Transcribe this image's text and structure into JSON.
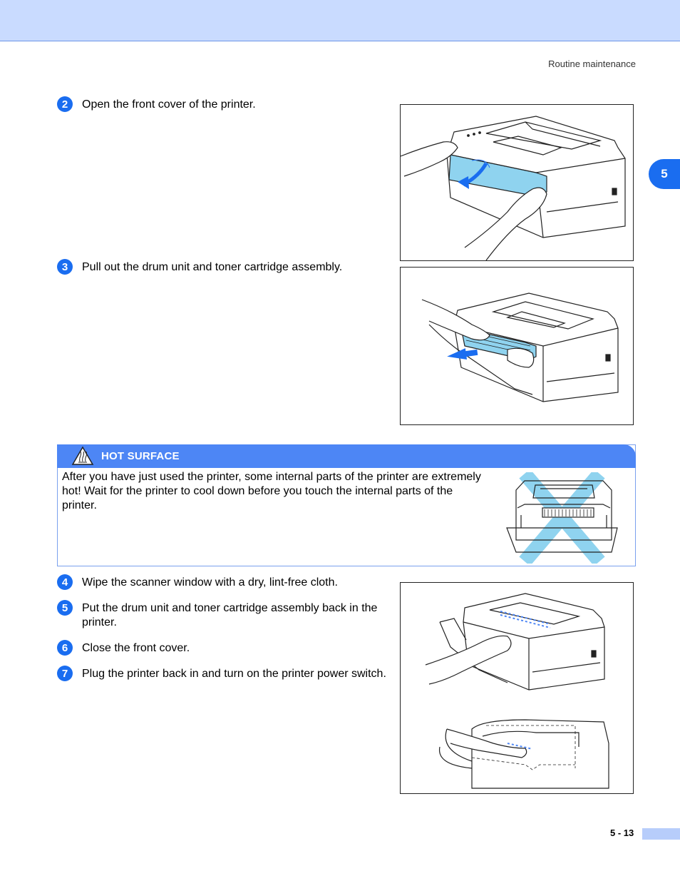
{
  "header": {
    "running_head": "Routine maintenance"
  },
  "chapter_tab": "5",
  "steps": [
    {
      "number": "2",
      "text": "Open the front cover of the printer."
    },
    {
      "number": "3",
      "text": "Pull out the drum unit and toner cartridge assembly."
    },
    {
      "number": "4",
      "text": "Wipe the scanner window with a dry, lint-free cloth."
    },
    {
      "number": "5",
      "text": "Put the drum unit and toner cartridge assembly back in the printer."
    },
    {
      "number": "6",
      "text": "Close the front cover."
    },
    {
      "number": "7",
      "text": "Plug the printer back in and turn on the printer power switch."
    }
  ],
  "warning": {
    "title": "HOT SURFACE",
    "icon": "hot-surface-warning-icon",
    "body": "After you have just used the printer, some internal parts of the printer are extremely hot! Wait for the printer to cool down before you touch the internal parts of the printer."
  },
  "colors": {
    "accent": "#1a6df0",
    "header_band": "#c9dbff",
    "warning_head": "#4d86f5",
    "cover_highlight": "#8fd3ef"
  },
  "footer": {
    "page_number": "5 - 13"
  }
}
